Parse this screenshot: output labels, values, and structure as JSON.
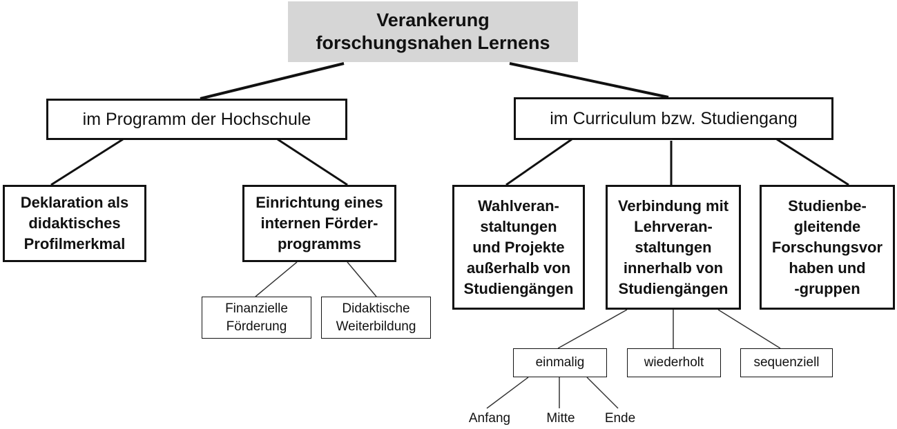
{
  "diagram": {
    "root": "Verankerung\nforschungsnahen Lernens",
    "program": "im Programm  der Hochschule",
    "curriculum": "im Curriculum  bzw.  Studiengang",
    "deklaration": "Deklaration als\ndidaktisches\nProfilmerkmal",
    "einrichtung": "Einrichtung eines\ninternen Förder-\nprogramms",
    "finanzielle": "Finanzielle\nFörderung",
    "didaktische": "Didaktische\nWeiterbildung",
    "wahl": "Wahlveran-\nstaltungen\nund Projekte\naußerhalb von\nStudiengängen",
    "verbindung": "Verbindung mit\nLehrveran-\nstaltungen\ninnerhalb von\nStudiengängen",
    "studienbegleitend": "Studienbe-\ngleitende\nForschungsvor\nhaben und\n-gruppen",
    "einmalig": "einmalig",
    "wiederholt": "wiederholt",
    "sequenziell": "sequenziell",
    "anfang": "Anfang",
    "mitte": "Mitte",
    "ende": "Ende"
  }
}
